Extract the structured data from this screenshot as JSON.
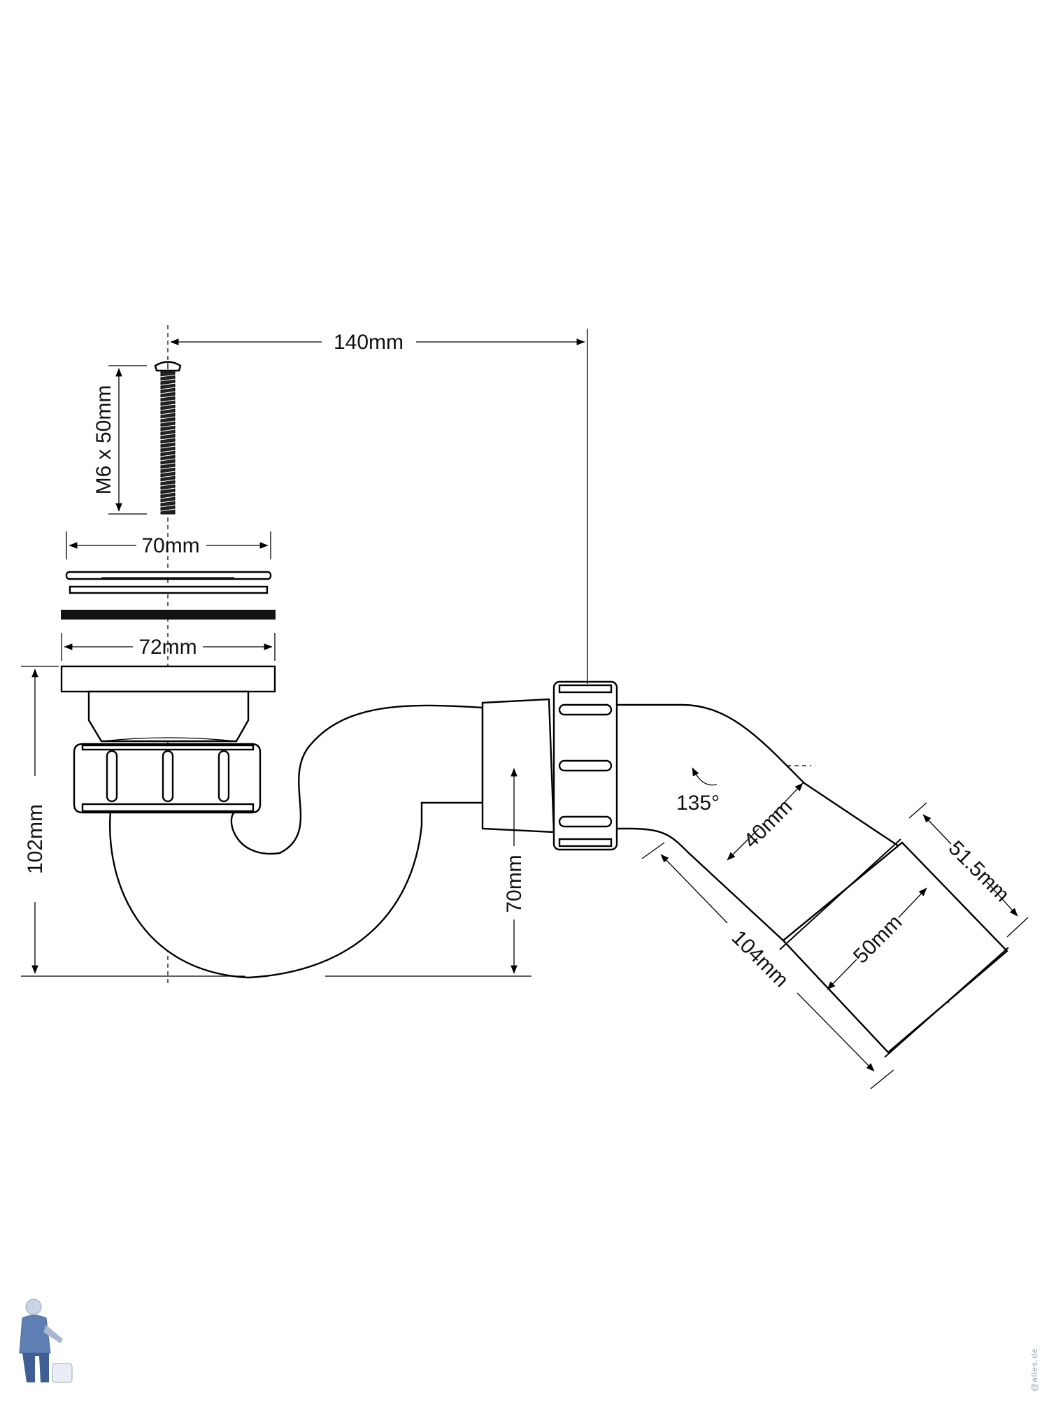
{
  "dimensions": {
    "offset_width": "140mm",
    "bolt": "M6 x 50mm",
    "grate_width": "70mm",
    "flange_width": "72mm",
    "overall_height": "102mm",
    "seal_depth": "70mm",
    "angle": "135°",
    "inner_diameter": "40mm",
    "outlet_length": "104mm",
    "outlet_diameter": "50mm",
    "outlet_outer_diameter": "51.5mm"
  },
  "watermark": "@alles.de",
  "colors": {
    "line": "#000000",
    "background": "#ffffff",
    "watermark": "#9aa6b8"
  },
  "icons": {
    "logo": "plumber-figure-icon"
  }
}
